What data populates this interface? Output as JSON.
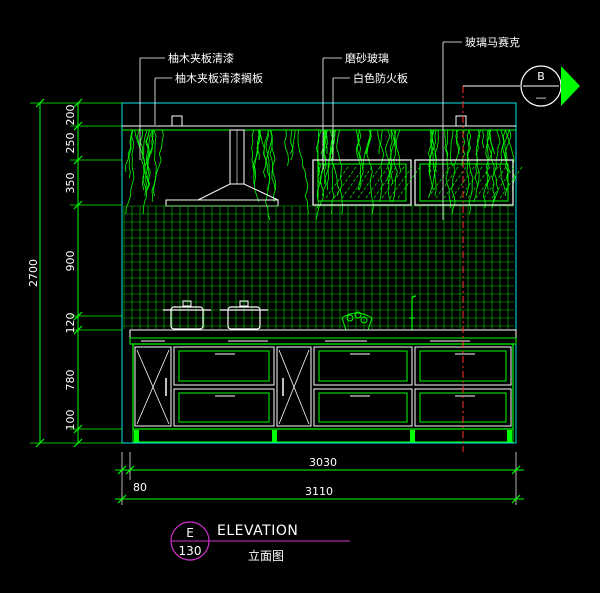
{
  "callouts": {
    "left_1": "柚木夹板清漆",
    "left_2": "柚木夹板清漆搁板",
    "mid_1": "磨砂玻璃",
    "mid_2": "白色防火板",
    "right_1": "玻璃马赛克"
  },
  "section_marker": {
    "letter": "B",
    "number": "—"
  },
  "vertical_dims": {
    "total": "2700",
    "segments": [
      "200",
      "250",
      "350",
      "900",
      "120",
      "780",
      "100"
    ]
  },
  "horizontal_dims": {
    "inner": "3030",
    "offset": "80",
    "outer": "3110"
  },
  "title_block": {
    "circle_letter": "E",
    "circle_number": "130",
    "title": "ELEVATION",
    "subtitle": "立面图"
  },
  "colors": {
    "background": "#000000",
    "primary_lines": "#00ff00",
    "secondary_lines": "#00e8e8",
    "text": "#ffffff",
    "title_underline": "#cc33cc"
  }
}
